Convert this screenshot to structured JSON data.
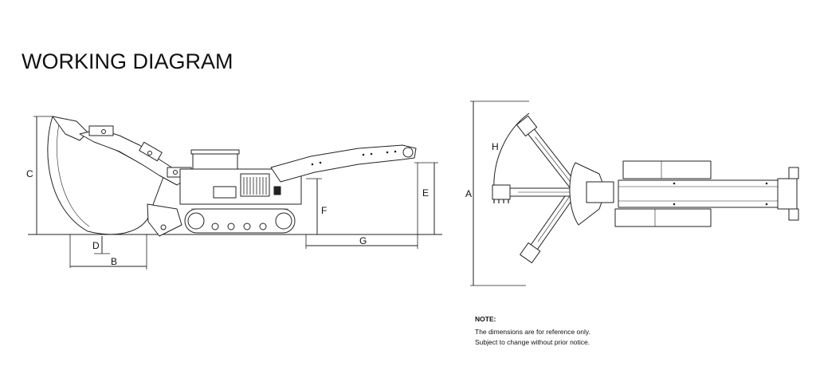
{
  "title": "WORKING DIAGRAM",
  "dimension_labels": {
    "a": "A",
    "b": "B",
    "c": "C",
    "d": "D",
    "e": "E",
    "f": "F",
    "g": "G",
    "h": "H"
  },
  "note": {
    "heading": "NOTE:",
    "line1": "The dimensions are for reference only.",
    "line2": "Subject to change without prior notice."
  }
}
